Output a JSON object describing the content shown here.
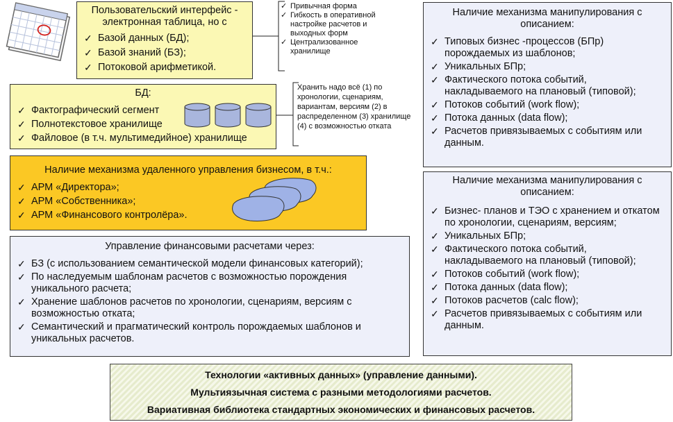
{
  "ui_box": {
    "title": "Пользовательский интерфейс - электронная таблица, но с",
    "items": [
      "Базой данных (БД);",
      "Базой знаний (БЗ);",
      "Потоковой арифметикой."
    ]
  },
  "ui_note": {
    "items": [
      "Привычная форма",
      "Гибкость в оперативной настройке расчетов и выходных форм",
      "Централизованное хранилище"
    ]
  },
  "db_box": {
    "title": "БД:",
    "items": [
      "Фактографический сегмент",
      "Полнотекстовое хранилище",
      "Файловое (в т.ч. мультимедийное) хранилище"
    ]
  },
  "db_note": {
    "text": "Хранить надо всё (1) по хронологии, сценариям, вариантам, версиям (2) в распределенном (3) хранилище (4) с возможностью отката"
  },
  "remote_box": {
    "title": "Наличие механизма удаленного управления бизнесом, в т.ч.:",
    "items": [
      "АРМ «Директора»;",
      "АРМ «Собственника»;",
      "АРМ «Финансового контролёра»."
    ]
  },
  "fin_box": {
    "title": "Управление финансовыми расчетами через:",
    "items": [
      "БЗ (с использованием семантической модели финансовых категорий);",
      "По наследуемым шаблонам расчетов с возможностью порождения уникального расчета;",
      "Хранение шаблонов расчетов по хронологии, сценариям, версиям с возможностью отката;",
      "Семантический и прагматический контроль порождаемых шаблонов и уникальных расчетов."
    ]
  },
  "mech_box_1": {
    "title": "Наличие механизма манипулирования с описанием:",
    "items": [
      "Типовых бизнес -процессов (БПр) порождаемых из шаблонов;",
      "Уникальных БПр;",
      "Фактического потока событий, накладываемого на плановый (типовой);",
      "Потоков событий (work flow);",
      "Потока данных (data flow);",
      "Расчетов привязываемых с событиям или данным."
    ]
  },
  "mech_box_2": {
    "title": "Наличие механизма манипулирования с описанием:",
    "items": [
      "Бизнес- планов и ТЭО с хранением и откатом по хронологии, сценариям, версиям;",
      "Уникальных БПр;",
      "Фактического потока событий, накладываемого на плановый (типовой);",
      "Потоков событий (work flow);",
      "Потока данных (data flow);",
      "Потоков расчетов (calc flow);",
      "Расчетов привязываемых с событиям или данным."
    ]
  },
  "bottom_box": {
    "lines": [
      "Технологии «активных данных» (управление данными).",
      "Мультиязычная система с разными методологиями расчетов.",
      "Вариативная библиотека стандартных экономических и финансовых расчетов."
    ]
  },
  "colors": {
    "yellow": "#fbf8b4",
    "orange": "#fbc824",
    "blue": "#eef0fa",
    "cylinder": "#a9b6dd",
    "cloud": "#9fb2e6"
  },
  "icons": [
    "calendar-icon",
    "database-cylinder-icon",
    "user-workstation-cloud-icon"
  ]
}
